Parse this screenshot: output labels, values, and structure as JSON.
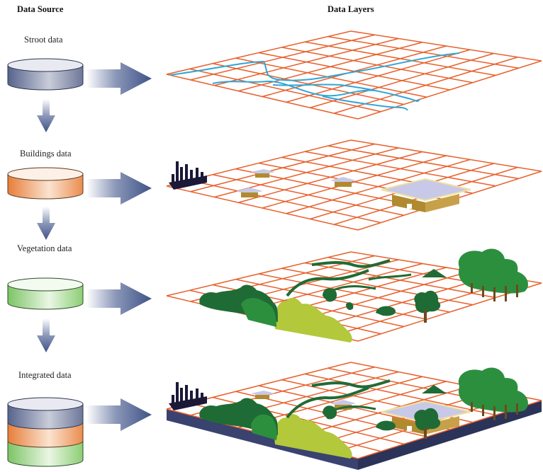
{
  "headers": {
    "source": "Data Source",
    "layers": "Data Layers"
  },
  "sources": [
    {
      "label": "Stroot data",
      "color": "#5a6890"
    },
    {
      "label": "Buildings data",
      "color": "#e8894a"
    },
    {
      "label": "Vegetation data",
      "color": "#8fcf79"
    },
    {
      "label": "Integrated data",
      "color": "#5a6890"
    }
  ],
  "colors": {
    "grid": "#e8602c",
    "road": "#2fa6d8",
    "arrow": "#3f5387",
    "building_roof": "#c8c8e8",
    "building_wall": "#b08a2e",
    "factory": "#1b1838",
    "tree_dark": "#1f7a3a",
    "tree_mid": "#2c8f3e",
    "bush_light": "#b3c83a",
    "base_side": "#3a4270"
  }
}
